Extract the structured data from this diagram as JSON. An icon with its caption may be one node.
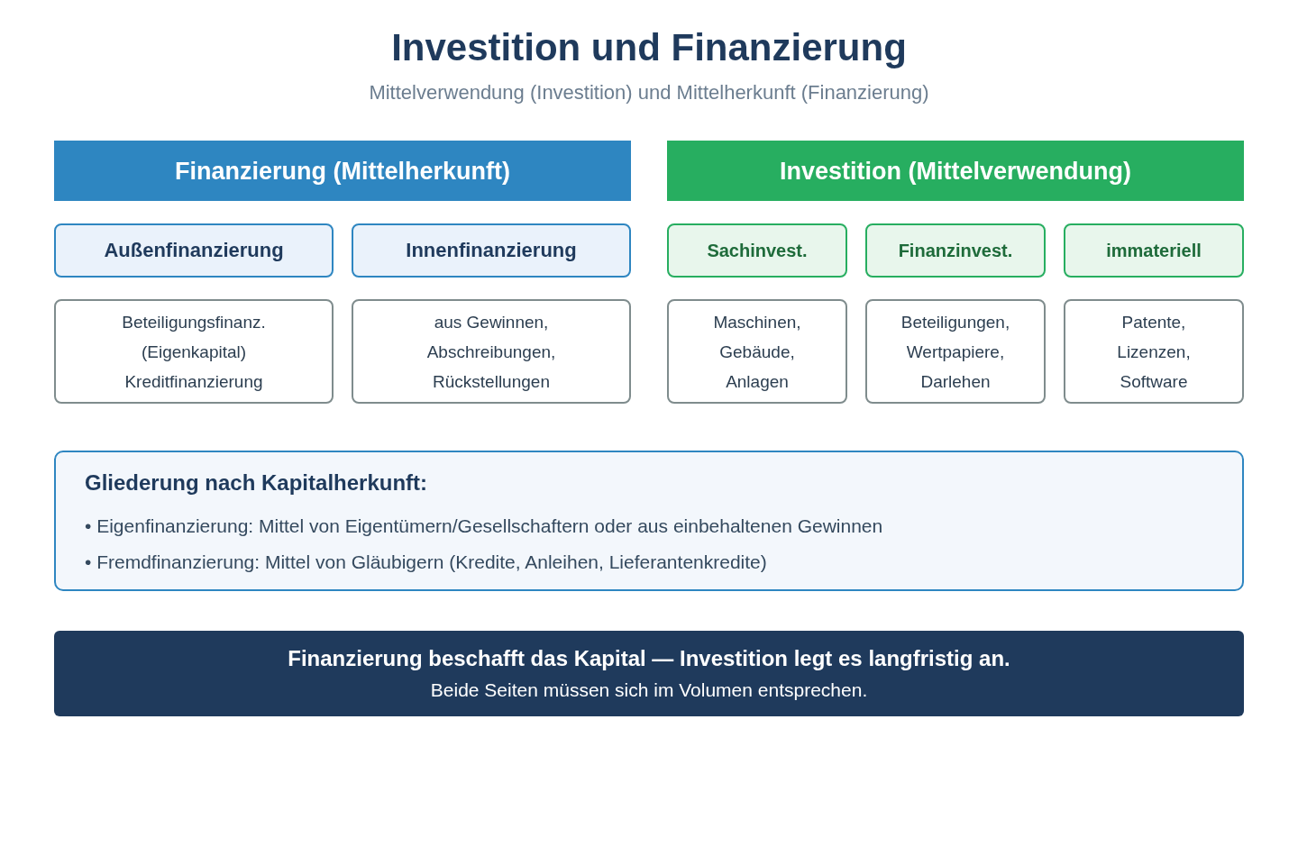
{
  "diagram": {
    "title": "Investition und Finanzierung",
    "nodes": [
      {
        "text": [
          "Finanzierung (Mittelherkunft)"
        ]
      },
      {
        "text": [
          "Investition (Mittelverwendung)"
        ]
      },
      {
        "text": [
          "Außenfinanzierung"
        ]
      },
      {
        "text": [
          "Innenfinanzierung"
        ]
      },
      {
        "text": [
          "Sachinvest."
        ]
      },
      {
        "text": [
          "Finanzinvest."
        ]
      },
      {
        "text": [
          "immateriell"
        ]
      },
      {
        "text": [
          "Beteiligungsfinanz. (Eigenkapital) Kreditfinanzierung"
        ]
      },
      {
        "text": [
          "aus Gewinnen, Abschreibungen, Rückstellungen"
        ]
      },
      {
        "text": [
          "Maschinen, Gebäude, Anlagen"
        ]
      },
      {
        "text": [
          "Beteiligungen, Wertpapiere, Darlehen"
        ]
      },
      {
        "text": [
          "Patente, Lizenzen, Software"
        ]
      },
      {
        "text": [
          "Gliederung nach Kapitalherkunft:",
          "• Eigenfinanzierung: Mittel von Eigentümern/Gesellschaftern oder aus einbehaltenen Gewinnen",
          "• Fremdfinanzierung: Mittel von Gläubigern (Kredite, Anleihen, Lieferantenkredite)"
        ]
      },
      {
        "text": [
          "Finanzierung beschafft das Kapital — Investition legt es langfristig an.",
          "Beide Seiten müssen sich im Volumen entsprechen."
        ]
      }
    ],
    "labels": [
      "Mittelverwendung (Investition) und Mittelherkunft (Finanzierung)"
    ]
  }
}
